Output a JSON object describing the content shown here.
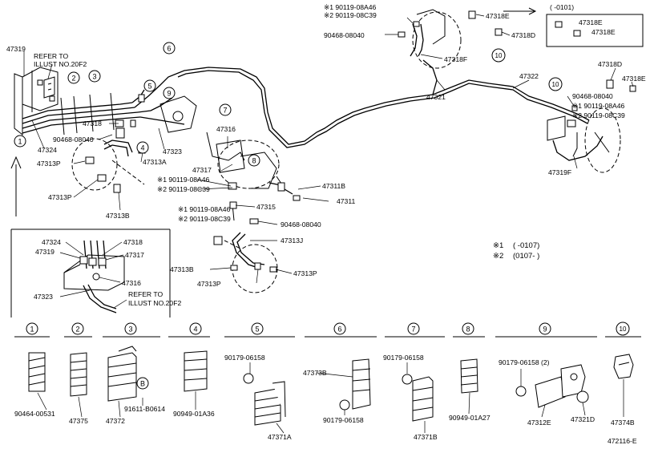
{
  "diagram_id": "472116-E",
  "refer_note_top": [
    "REFER TO",
    "ILLUST NO.20F2"
  ],
  "refer_note_inset": [
    "REFER TO",
    "ILLUST NO.20F2"
  ],
  "callouts": {
    "c47319": "47319",
    "c47324": "47324",
    "c47318": "47318",
    "c90468_a": "90468-08040",
    "c47313P_a": "47313P",
    "c47313P_b": "47313P",
    "c47313B_a": "47313B",
    "c47313A": "47313A",
    "c47323": "47323",
    "c47316": "47316",
    "c47317": "47317",
    "s1_a": "※1 90119-08A46",
    "s2_a": "※2 90119-08C39",
    "c47311B": "47311B",
    "c47311": "47311",
    "c47315": "47315",
    "s1_b": "※1 90119-08A46",
    "s2_b": "※2 90119-08C39",
    "c90468_b": "90468-08040",
    "c47313J": "47313J",
    "c47313B_b": "47313B",
    "c47313P_c": "47313P",
    "c47313P_d": "47313P",
    "s1_c": "※1 90119-08A46",
    "s2_c": "※2 90119-08C39",
    "c90468_c": "90468-08040",
    "c47318F": "47318F",
    "c47318E_a": "47318E",
    "c47318D_a": "47318D",
    "c47321": "47321",
    "c47322": "47322",
    "c47318D_b": "47318D",
    "c47318E_b": "47318E",
    "c90468_d": "90468-08040",
    "s1_d": "※1 90119-08A46",
    "s2_d": "※2 90119-08C39",
    "c47319F": "47319F",
    "box_range": "(      -0101)",
    "box_47318E_1": "47318E",
    "box_47318E_2": "47318E"
  },
  "inset_callouts": {
    "i47324": "47324",
    "i47319": "47319",
    "i47318": "47318",
    "i47317": "47317",
    "i47316": "47316",
    "i47323": "47323"
  },
  "legend": {
    "mark1": "※1",
    "range1": "(      -0107)",
    "mark2": "※2",
    "range2": "(0107-      )"
  },
  "bottom_parts": [
    {
      "num": "1",
      "parts": [
        "90464-00531"
      ]
    },
    {
      "num": "2",
      "parts": [
        "47375"
      ]
    },
    {
      "num": "3",
      "parts": [
        "47372",
        "91611-B0614"
      ]
    },
    {
      "num": "4",
      "parts": [
        "90949-01A36"
      ]
    },
    {
      "num": "5",
      "parts": [
        "90179-06158",
        "47371A"
      ]
    },
    {
      "num": "6",
      "parts": [
        "47373B",
        "90179-06158"
      ]
    },
    {
      "num": "7",
      "parts": [
        "90179-06158",
        "47371B"
      ]
    },
    {
      "num": "8",
      "parts": [
        "90949-01A27"
      ]
    },
    {
      "num": "9",
      "parts": [
        "90179-06158 (2)",
        "47312E",
        "47321D"
      ]
    },
    {
      "num": "10",
      "parts": [
        "47374B"
      ]
    }
  ],
  "circle_labels": [
    "1",
    "2",
    "3",
    "4",
    "5",
    "6",
    "7",
    "8",
    "9",
    "10",
    "B"
  ]
}
